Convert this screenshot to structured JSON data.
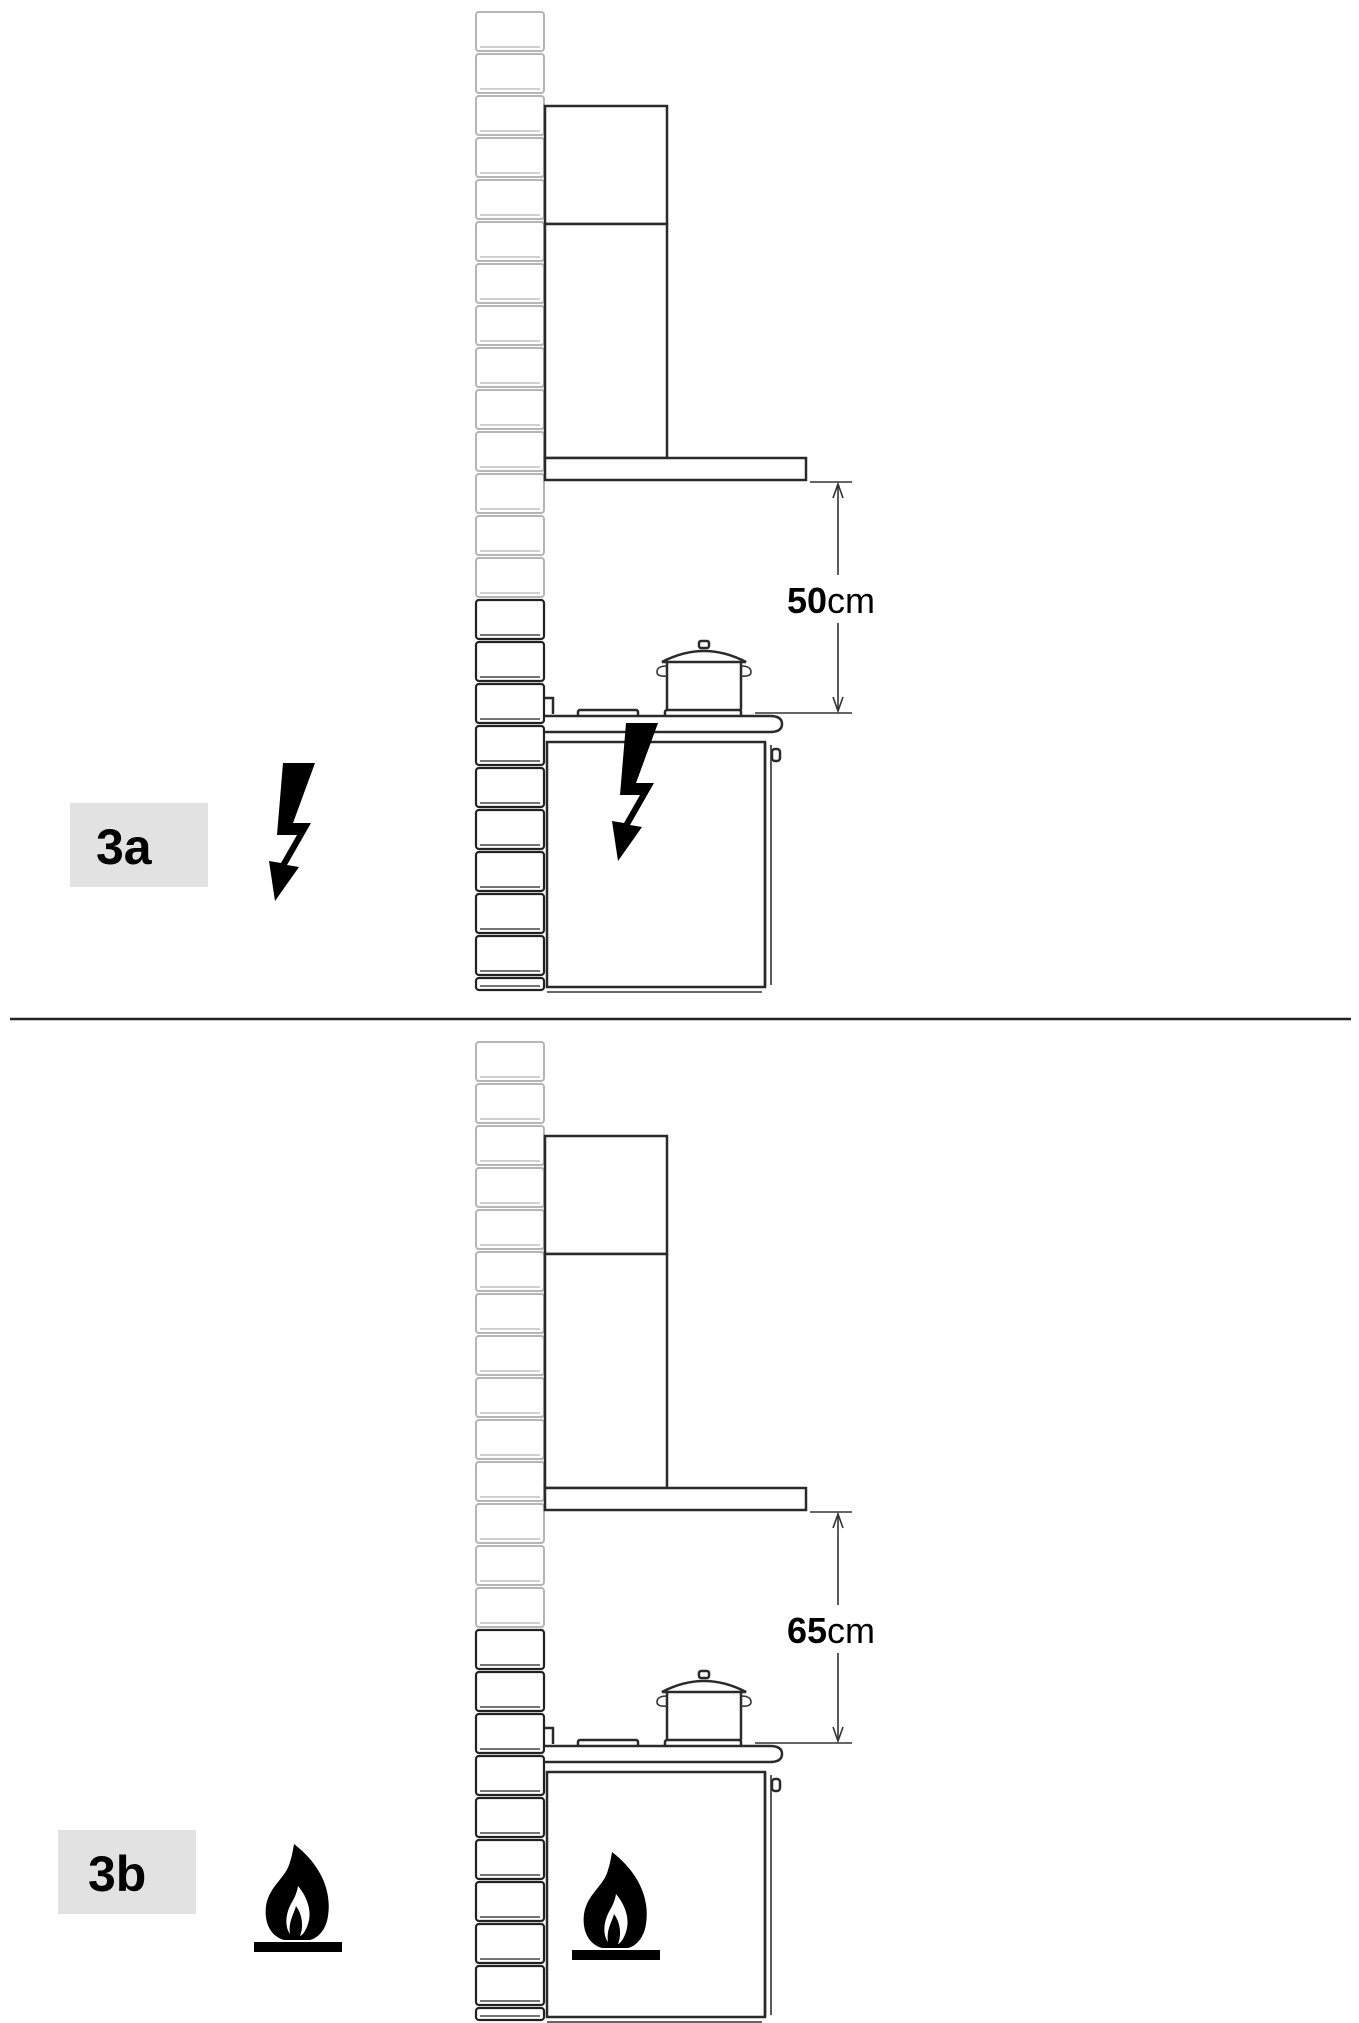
{
  "panels": [
    {
      "id": "3a",
      "label": "3a",
      "energy": "electric",
      "icon": "lightning-icon",
      "clearance_value": "50",
      "clearance_unit": "cm"
    },
    {
      "id": "3b",
      "label": "3b",
      "energy": "gas",
      "icon": "gas-flame-icon",
      "clearance_value": "65",
      "clearance_unit": "cm"
    }
  ],
  "colors": {
    "line": "#2a2a2a",
    "label_background": "#e2e2e2",
    "brick_dark": "#222222",
    "brick_light": "#b5b5b5"
  }
}
